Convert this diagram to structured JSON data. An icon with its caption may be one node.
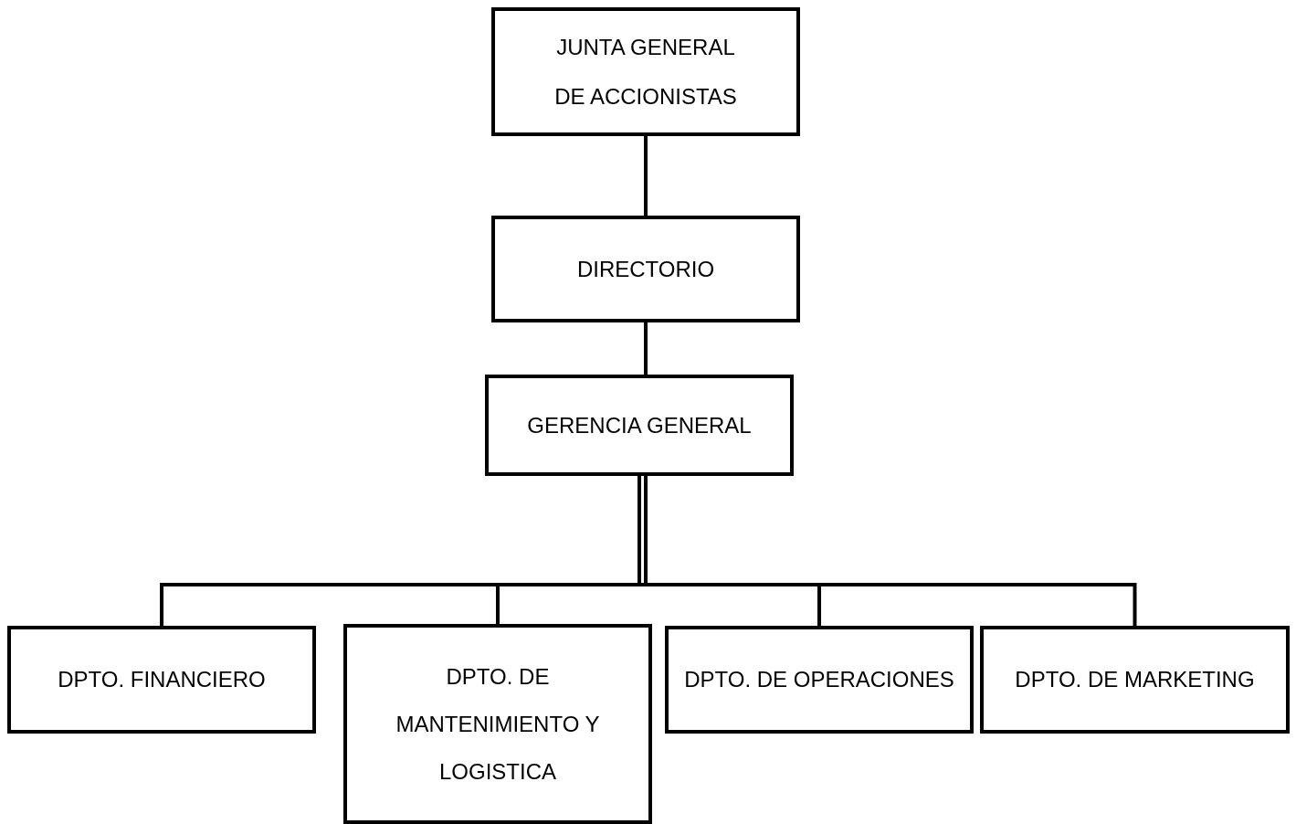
{
  "diagram": {
    "nodes": [
      {
        "text": [
          "JUNTA GENERAL DE ACCIONISTAS"
        ]
      },
      {
        "text": [
          "DIRECTORIO"
        ]
      },
      {
        "text": [
          "GERENCIA GENERAL"
        ]
      },
      {
        "text": [
          "DPTO. FINANCIERO"
        ]
      },
      {
        "text": [
          "DPTO. DE MANTENIMIENTO Y LOGISTICA"
        ]
      },
      {
        "text": [
          "DPTO. DE OPERACIONES"
        ]
      },
      {
        "text": [
          "DPTO. DE MARKETING"
        ]
      }
    ],
    "edges": [
      {
        "from": 0,
        "to": 1,
        "arrow": "none"
      },
      {
        "from": 1,
        "to": 2,
        "arrow": "none"
      },
      {
        "from": 2,
        "to": 3,
        "arrow": "none"
      },
      {
        "from": 2,
        "to": 4,
        "arrow": "none"
      },
      {
        "from": 2,
        "to": 5,
        "arrow": "none"
      },
      {
        "from": 2,
        "to": 6,
        "arrow": "none"
      }
    ]
  }
}
